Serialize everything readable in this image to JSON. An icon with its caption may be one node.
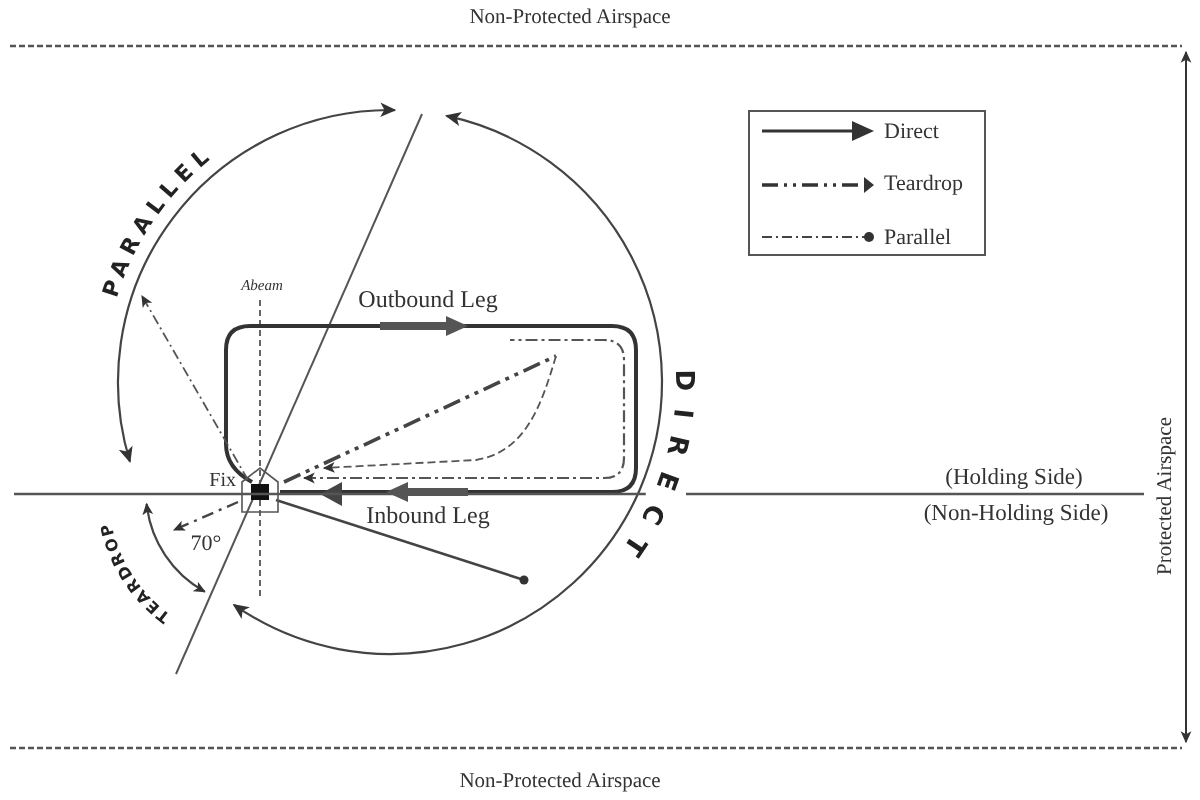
{
  "diagram": {
    "labels": [
      "Non-Protected Airspace",
      "PARALLEL",
      "Abeam",
      "Outbound Leg",
      "DIRECT",
      "Fix",
      "Inbound Leg",
      "(Holding Side)",
      "(Non-Holding Side)",
      "TEARDROP",
      "70°",
      "Protected Airspace",
      "Non-Protected Airspace"
    ],
    "legend": [
      {
        "text": "Direct"
      },
      {
        "text": "Teardrop"
      },
      {
        "text": "Parallel"
      }
    ]
  }
}
